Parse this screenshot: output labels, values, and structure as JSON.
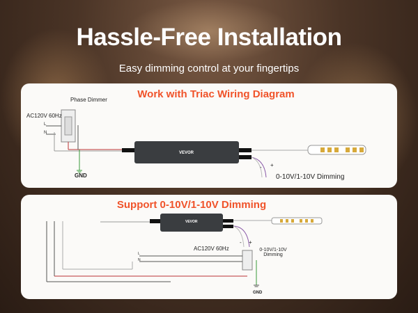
{
  "header": {
    "title": "Hassle-Free Installation",
    "subtitle": "Easy dimming control at your fingertips"
  },
  "panel1": {
    "title": "Work with Triac Wiring Diagram",
    "phase_dimmer": "Phase Dimmer",
    "ac": "AC120V 60Hz",
    "l": "L",
    "n": "N",
    "gnd": "GND",
    "dimming": "0-10V/1-10V Dimming",
    "minus": "-",
    "plus": "+",
    "brand": "VEVOR"
  },
  "panel2": {
    "title": "Support 0-10V/1-10V Dimming",
    "ac": "AC120V 60Hz",
    "l": "L",
    "n": "N",
    "gnd": "GND",
    "dimming": "0-10V/1-10V Dimming",
    "minus": "-",
    "plus": "+",
    "brand": "VEVOR"
  },
  "colors": {
    "accent": "#f0532a",
    "driver": "#3a3d40",
    "ground": "#3a9a3a",
    "dim_wire": "#8a5aa8"
  }
}
